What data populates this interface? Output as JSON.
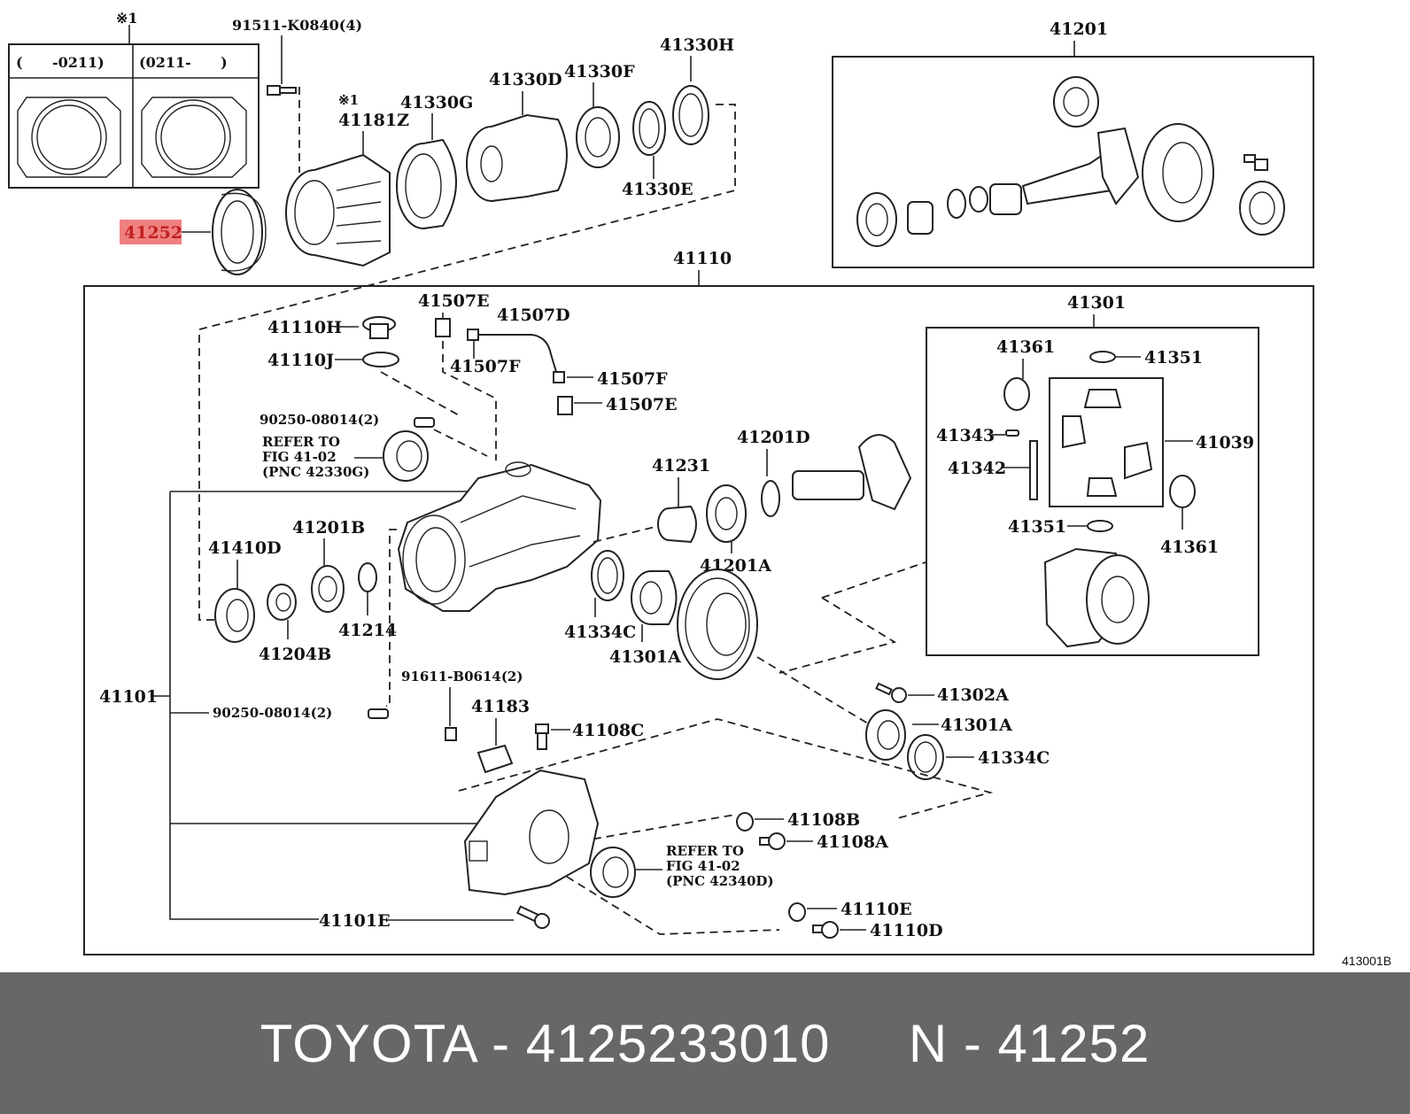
{
  "diagram": {
    "ref_code": "413001B",
    "highlight_color": "#f08080",
    "note_mark": "※1",
    "serial_range_1": "(      -0211)",
    "serial_range_2": "(0211-      )",
    "labels": {
      "p91511": "91511-K0840(4)",
      "p41181z": "41181Z",
      "p41330g": "41330G",
      "p41330d": "41330D",
      "p41330f": "41330F",
      "p41330h": "41330H",
      "p41330e": "41330E",
      "p41252": "41252",
      "p41201": "41201",
      "p41110": "41110",
      "p41110h": "41110H",
      "p41110j": "41110J",
      "p41507e_top": "41507E",
      "p41507d": "41507D",
      "p41507f_a": "41507F",
      "p41507f_b": "41507F",
      "p41507e_b": "41507E",
      "p90250_top": "90250-08014(2)",
      "refer1_l1": "REFER TO",
      "refer1_l2": "FIG 41-02",
      "refer1_l3": "(PNC 42330G)",
      "p41201d": "41201D",
      "p41231": "41231",
      "p41201a": "41201A",
      "p41410d": "41410D",
      "p41201b": "41201B",
      "p41214": "41214",
      "p41204b": "41204B",
      "p41334c_a": "41334C",
      "p41301a_a": "41301A",
      "p41101": "41101",
      "p91611": "91611-B0614(2)",
      "p90250_bot": "90250-08014(2)",
      "p41183": "41183",
      "p41108c": "41108C",
      "p41302a": "41302A",
      "p41301a_b": "41301A",
      "p41334c_b": "41334C",
      "p41108b": "41108B",
      "p41108a": "41108A",
      "refer2_l1": "REFER TO",
      "refer2_l2": "FIG 41-02",
      "refer2_l3": "(PNC 42340D)",
      "p41110e": "41110E",
      "p41110d": "41110D",
      "p41101e": "41101E",
      "p41301": "41301",
      "p41361_a": "41361",
      "p41351_a": "41351",
      "p41343": "41343",
      "p41039": "41039",
      "p41342": "41342",
      "p41351_b": "41351",
      "p41361_b": "41361"
    }
  },
  "footer": {
    "text": "TOYOTA - 4125233010     N - 41252"
  }
}
